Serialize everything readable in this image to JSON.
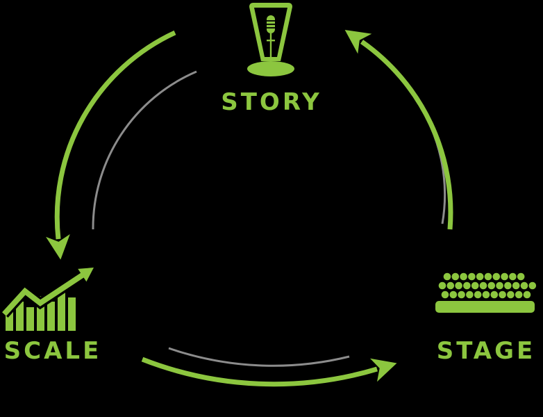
{
  "diagram": {
    "type": "cycle-diagram",
    "background_color": "#000000",
    "accent_color": "#8CC63F",
    "secondary_color": "#8C8C8C",
    "nodes": [
      {
        "id": "story",
        "label": "STORY",
        "icon": "microphone-icon",
        "position": "top-center"
      },
      {
        "id": "scale",
        "label": "SCALE",
        "icon": "bar-chart-growth-icon",
        "position": "bottom-left"
      },
      {
        "id": "stage",
        "label": "STAGE",
        "icon": "audience-icon",
        "position": "bottom-right"
      }
    ],
    "arrows": [
      {
        "from": "story",
        "to": "scale",
        "style": "green-outer-arrow"
      },
      {
        "from": "scale",
        "to": "stage",
        "style": "green-outer-arrow"
      },
      {
        "from": "stage",
        "to": "story",
        "style": "green-outer-arrow"
      },
      {
        "from": "story",
        "to": "scale",
        "style": "gray-inner-arc"
      },
      {
        "from": "scale",
        "to": "stage",
        "style": "gray-inner-arc"
      },
      {
        "from": "stage",
        "to": "story",
        "style": "gray-inner-arc"
      }
    ]
  }
}
